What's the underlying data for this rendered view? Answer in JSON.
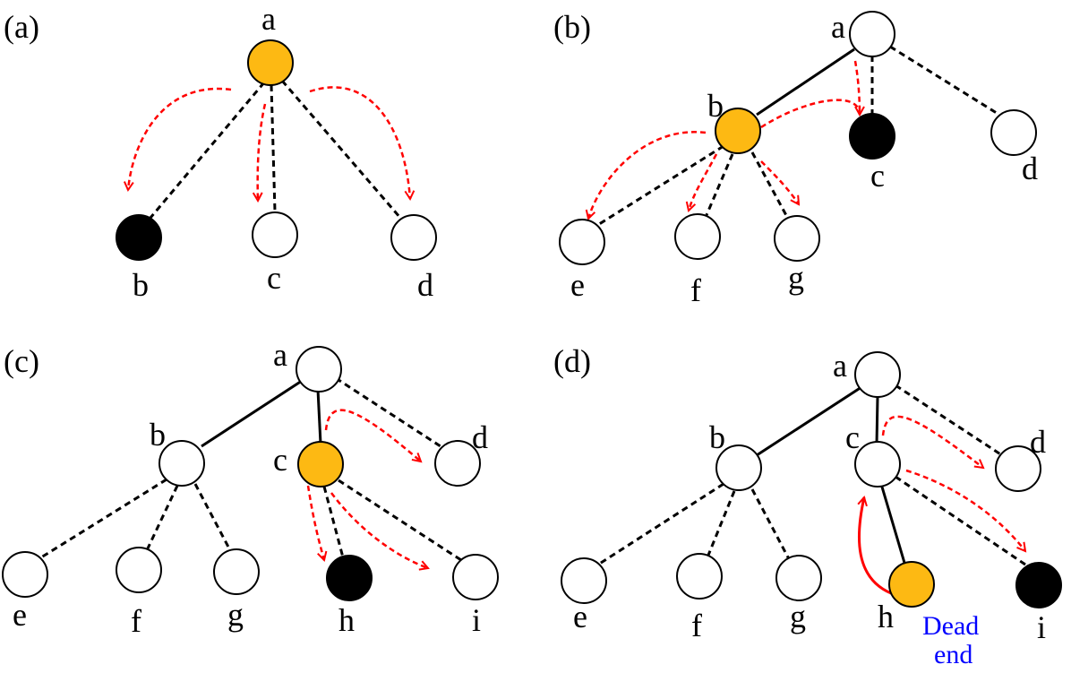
{
  "colors": {
    "current": "#FDB913",
    "blocked": "#000000",
    "open": "#FFFFFF",
    "explore_arrow": "#FF0000",
    "backtrack_arrow": "#FF0000",
    "note": "#0000FF"
  },
  "panels": [
    {
      "id": "a",
      "label": "(a)",
      "nodes": [
        {
          "id": "a",
          "label": "a",
          "state": "current"
        },
        {
          "id": "b",
          "label": "b",
          "state": "blocked"
        },
        {
          "id": "c",
          "label": "c",
          "state": "open"
        },
        {
          "id": "d",
          "label": "d",
          "state": "open"
        }
      ],
      "edges": [
        {
          "from": "a",
          "to": "b",
          "style": "dashed"
        },
        {
          "from": "a",
          "to": "c",
          "style": "dashed"
        },
        {
          "from": "a",
          "to": "d",
          "style": "dashed"
        }
      ],
      "arrows": [
        {
          "from": "a",
          "to": "b",
          "kind": "explore"
        },
        {
          "from": "a",
          "to": "c",
          "kind": "explore"
        },
        {
          "from": "a",
          "to": "d",
          "kind": "explore"
        }
      ]
    },
    {
      "id": "b",
      "label": "(b)",
      "nodes": [
        {
          "id": "a",
          "label": "a",
          "state": "open"
        },
        {
          "id": "b",
          "label": "b",
          "state": "current"
        },
        {
          "id": "c",
          "label": "c",
          "state": "blocked"
        },
        {
          "id": "d",
          "label": "d",
          "state": "open"
        },
        {
          "id": "e",
          "label": "e",
          "state": "open"
        },
        {
          "id": "f",
          "label": "f",
          "state": "open"
        },
        {
          "id": "g",
          "label": "g",
          "state": "open"
        }
      ],
      "edges": [
        {
          "from": "a",
          "to": "b",
          "style": "solid"
        },
        {
          "from": "a",
          "to": "c",
          "style": "dashed"
        },
        {
          "from": "a",
          "to": "d",
          "style": "dashed"
        },
        {
          "from": "b",
          "to": "e",
          "style": "dashed"
        },
        {
          "from": "b",
          "to": "f",
          "style": "dashed"
        },
        {
          "from": "b",
          "to": "g",
          "style": "dashed"
        }
      ],
      "arrows": [
        {
          "from": "b",
          "to": "c",
          "kind": "explore"
        },
        {
          "from": "b",
          "to": "e",
          "kind": "explore"
        },
        {
          "from": "b",
          "to": "f",
          "kind": "explore"
        },
        {
          "from": "b",
          "to": "g",
          "kind": "explore"
        }
      ]
    },
    {
      "id": "c",
      "label": "(c)",
      "nodes": [
        {
          "id": "a",
          "label": "a",
          "state": "open"
        },
        {
          "id": "b",
          "label": "b",
          "state": "open"
        },
        {
          "id": "c",
          "label": "c",
          "state": "current"
        },
        {
          "id": "d",
          "label": "d",
          "state": "open"
        },
        {
          "id": "e",
          "label": "e",
          "state": "open"
        },
        {
          "id": "f",
          "label": "f",
          "state": "open"
        },
        {
          "id": "g",
          "label": "g",
          "state": "open"
        },
        {
          "id": "h",
          "label": "h",
          "state": "blocked"
        },
        {
          "id": "i",
          "label": "i",
          "state": "open"
        }
      ],
      "edges": [
        {
          "from": "a",
          "to": "b",
          "style": "solid"
        },
        {
          "from": "a",
          "to": "c",
          "style": "solid"
        },
        {
          "from": "a",
          "to": "d",
          "style": "dashed"
        },
        {
          "from": "b",
          "to": "e",
          "style": "dashed"
        },
        {
          "from": "b",
          "to": "f",
          "style": "dashed"
        },
        {
          "from": "b",
          "to": "g",
          "style": "dashed"
        },
        {
          "from": "c",
          "to": "h",
          "style": "dashed"
        },
        {
          "from": "c",
          "to": "i",
          "style": "dashed"
        }
      ],
      "arrows": [
        {
          "from": "c",
          "to": "d",
          "kind": "explore"
        },
        {
          "from": "c",
          "to": "h",
          "kind": "explore"
        },
        {
          "from": "c",
          "to": "i",
          "kind": "explore"
        }
      ]
    },
    {
      "id": "d",
      "label": "(d)",
      "nodes": [
        {
          "id": "a",
          "label": "a",
          "state": "open"
        },
        {
          "id": "b",
          "label": "b",
          "state": "open"
        },
        {
          "id": "c",
          "label": "c",
          "state": "open"
        },
        {
          "id": "d",
          "label": "d",
          "state": "open"
        },
        {
          "id": "e",
          "label": "e",
          "state": "open"
        },
        {
          "id": "f",
          "label": "f",
          "state": "open"
        },
        {
          "id": "g",
          "label": "g",
          "state": "open"
        },
        {
          "id": "h",
          "label": "h",
          "state": "current"
        },
        {
          "id": "i",
          "label": "i",
          "state": "blocked"
        }
      ],
      "edges": [
        {
          "from": "a",
          "to": "b",
          "style": "solid"
        },
        {
          "from": "a",
          "to": "c",
          "style": "solid"
        },
        {
          "from": "a",
          "to": "d",
          "style": "dashed"
        },
        {
          "from": "b",
          "to": "e",
          "style": "dashed"
        },
        {
          "from": "b",
          "to": "f",
          "style": "dashed"
        },
        {
          "from": "b",
          "to": "g",
          "style": "dashed"
        },
        {
          "from": "c",
          "to": "h",
          "style": "solid"
        },
        {
          "from": "c",
          "to": "i",
          "style": "dashed"
        }
      ],
      "arrows": [
        {
          "from": "c",
          "to": "d",
          "kind": "explore"
        },
        {
          "from": "c",
          "to": "i",
          "kind": "explore"
        },
        {
          "from": "h",
          "to": "c",
          "kind": "backtrack"
        }
      ],
      "note": {
        "line1": "Dead",
        "line2": "end"
      }
    }
  ]
}
